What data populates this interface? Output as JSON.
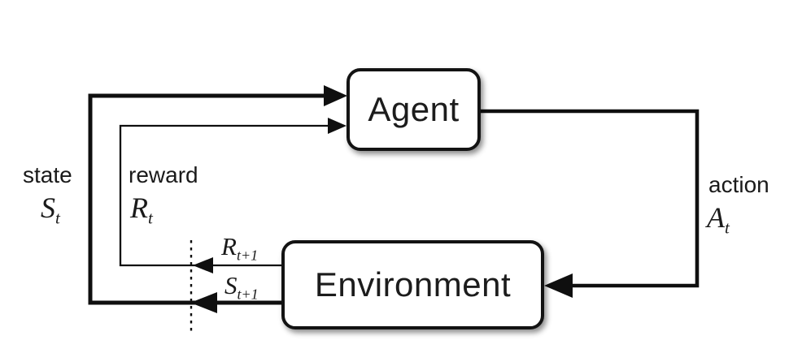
{
  "boxes": {
    "agent": "Agent",
    "environment": "Environment"
  },
  "labels": {
    "state": {
      "word": "state",
      "symbol": "S",
      "sub": "t"
    },
    "reward": {
      "word": "reward",
      "symbol": "R",
      "sub": "t"
    },
    "action": {
      "word": "action",
      "symbol": "A",
      "sub": "t"
    },
    "next_reward": {
      "symbol": "R",
      "sub": "t+1"
    },
    "next_state": {
      "symbol": "S",
      "sub": "t+1"
    }
  },
  "colors": {
    "line": "#0f0f0f",
    "box_border": "#131313",
    "box_fill": "#ffffff",
    "background": "#ffffff"
  }
}
